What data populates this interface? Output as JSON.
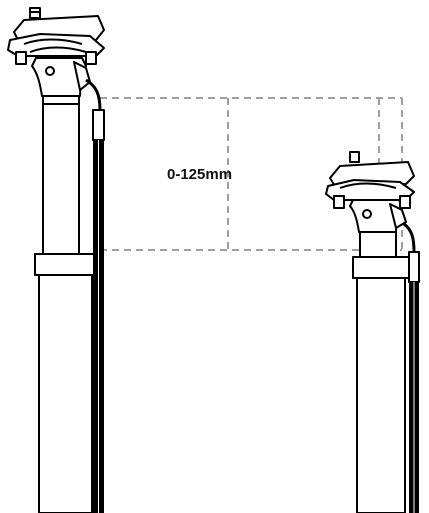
{
  "diagram": {
    "travel_label": "0-125mm",
    "colors": {
      "ink": "#000000",
      "dashed_guide": "#a0a0a0",
      "background": "#ffffff"
    },
    "parts": [
      "seatpost-extended",
      "seatpost-compressed",
      "saddle-clamp",
      "remote-cable",
      "travel-dimension-guide"
    ]
  }
}
